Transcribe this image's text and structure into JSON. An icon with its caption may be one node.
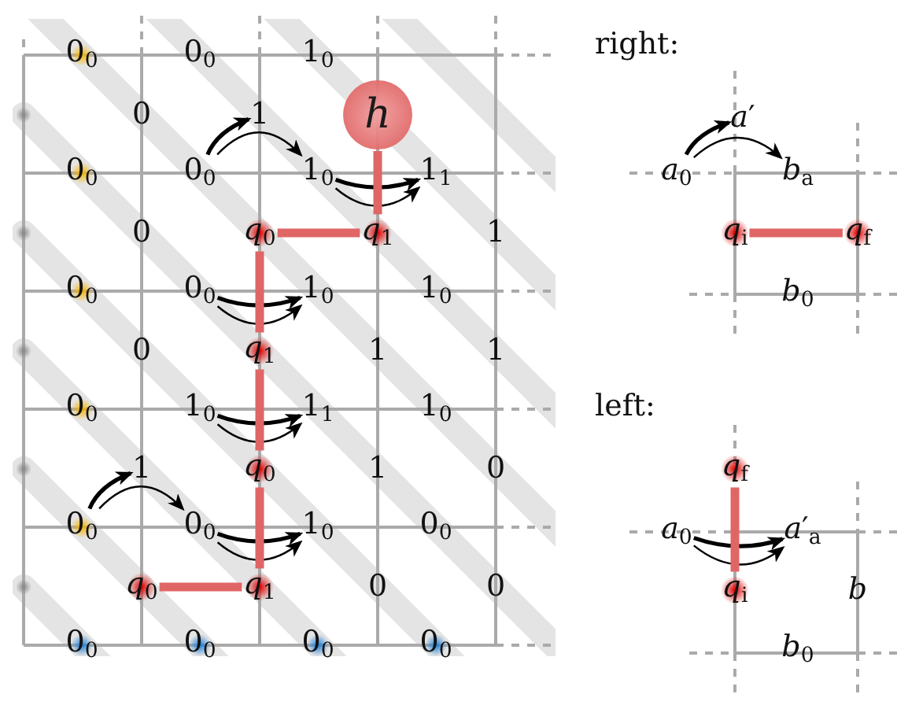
{
  "diagram": {
    "nodes": [
      {
        "text": [
          "1"
        ]
      },
      {
        "text": [
          "h"
        ]
      },
      {
        "text": [
          "0$_{0}$"
        ]
      },
      {
        "text": [
          "1$_{0}$"
        ]
      },
      {
        "text": [
          "1$_{1}$"
        ]
      },
      {
        "text": [
          "*q*$_{0}$"
        ]
      },
      {
        "text": [
          "*q*$_{1}$"
        ]
      },
      {
        "text": [
          "0$_{0}$"
        ]
      },
      {
        "text": [
          "1$_{0}$"
        ]
      },
      {
        "text": [
          "*q*$_{1}$"
        ]
      },
      {
        "text": [
          "1$_{0}$"
        ]
      },
      {
        "text": [
          "1$_{1}$"
        ]
      },
      {
        "text": [
          "1"
        ]
      },
      {
        "text": [
          "*q*$_{0}$"
        ]
      },
      {
        "text": [
          "0$_{0}$"
        ]
      },
      {
        "text": [
          "0$_{0}$"
        ]
      },
      {
        "text": [
          "1$_{0}$"
        ]
      },
      {
        "text": [
          "*q*$_{0}$"
        ]
      },
      {
        "text": [
          "*q*$_{1}$"
        ]
      },
      {
        "text": [
          "*a*′"
        ]
      },
      {
        "text": [
          "*a*$_{0}$"
        ]
      },
      {
        "text": [
          "*b*$_{a}$"
        ]
      },
      {
        "text": [
          "*q*$_{i}$"
        ]
      },
      {
        "text": [
          "*q*$_{f}$"
        ]
      },
      {
        "text": [
          "*q*$_{f}$"
        ]
      },
      {
        "text": [
          "*a*$_{0}$"
        ]
      },
      {
        "text": [
          "*a*′$_{a}$"
        ]
      },
      {
        "text": [
          "*q*$_{i}$"
        ]
      }
    ],
    "edges": [
      {
        "from": 2,
        "to": 0,
        "arrow": "to"
      },
      {
        "from": 2,
        "to": 3,
        "arrow": "to"
      },
      {
        "from": 3,
        "to": 4,
        "arrow": "to"
      },
      {
        "from": 3,
        "to": 4,
        "arrow": "to"
      },
      {
        "from": 1,
        "to": 6,
        "arrow": "none",
        "style": "thick",
        "color": "#e06666"
      },
      {
        "from": 6,
        "to": 5,
        "arrow": "none",
        "style": "thick",
        "color": "#e06666"
      },
      {
        "from": 7,
        "to": 8,
        "arrow": "to"
      },
      {
        "from": 7,
        "to": 8,
        "arrow": "to"
      },
      {
        "from": 5,
        "to": 9,
        "arrow": "none",
        "style": "thick",
        "color": "#e06666"
      },
      {
        "from": 10,
        "to": 11,
        "arrow": "to"
      },
      {
        "from": 10,
        "to": 11,
        "arrow": "to"
      },
      {
        "from": 9,
        "to": 13,
        "arrow": "none",
        "style": "thick",
        "color": "#e06666"
      },
      {
        "from": 14,
        "to": 12,
        "arrow": "to"
      },
      {
        "from": 14,
        "to": 15,
        "arrow": "to"
      },
      {
        "from": 15,
        "to": 16,
        "arrow": "to"
      },
      {
        "from": 15,
        "to": 16,
        "arrow": "to"
      },
      {
        "from": 13,
        "to": 18,
        "arrow": "none",
        "style": "thick",
        "color": "#e06666"
      },
      {
        "from": 18,
        "to": 17,
        "arrow": "none",
        "style": "thick",
        "color": "#e06666"
      },
      {
        "from": 20,
        "to": 19,
        "arrow": "to"
      },
      {
        "from": 20,
        "to": 21,
        "arrow": "to"
      },
      {
        "from": 22,
        "to": 23,
        "arrow": "none",
        "style": "thick",
        "color": "#e06666"
      },
      {
        "from": 25,
        "to": 26,
        "arrow": "to"
      },
      {
        "from": 25,
        "to": 26,
        "arrow": "to"
      },
      {
        "from": 27,
        "to": 24,
        "arrow": "none",
        "style": "thick",
        "color": "#e06666"
      }
    ],
    "labels": [
      "0$_{0}$",
      "0$_{0}$",
      "1$_{0}$",
      "0",
      "0$_{0}$",
      "0",
      "1",
      "0$_{0}$",
      "1$_{0}$",
      "0",
      "1",
      "1",
      "0$_{0}$",
      "1$_{0}$",
      "1",
      "0",
      "0$_{0}$",
      "0",
      "0",
      "0$_{0}$",
      "0$_{0}$",
      "0$_{0}$",
      "0$_{0}$",
      "right:",
      "*b*$_{0}$",
      "left:",
      "b",
      "*b*$_{0}$"
    ]
  }
}
